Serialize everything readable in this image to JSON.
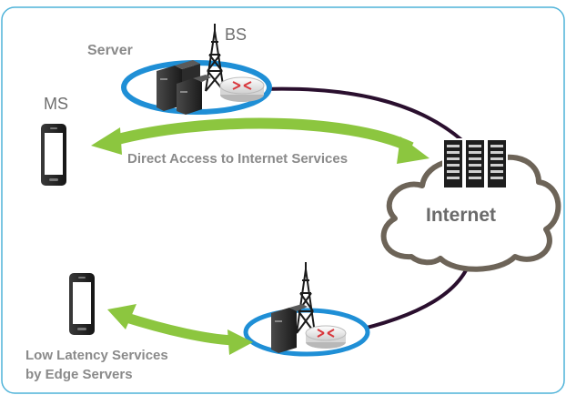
{
  "labels": {
    "server": "Server",
    "bs": "BS",
    "ms": "MS",
    "direct_access": "Direct Access to Internet Services",
    "internet": "Internet",
    "low_latency_line1": "Low Latency Services",
    "low_latency_line2": "by Edge Servers"
  },
  "colors": {
    "frame_border": "#4fb3d9",
    "ring_blue": "#1f8fd6",
    "arrow_green": "#8cc63f",
    "cable_dark": "#2a0f2e",
    "cloud_stroke": "#6d6458",
    "router_red": "#d9373c"
  }
}
